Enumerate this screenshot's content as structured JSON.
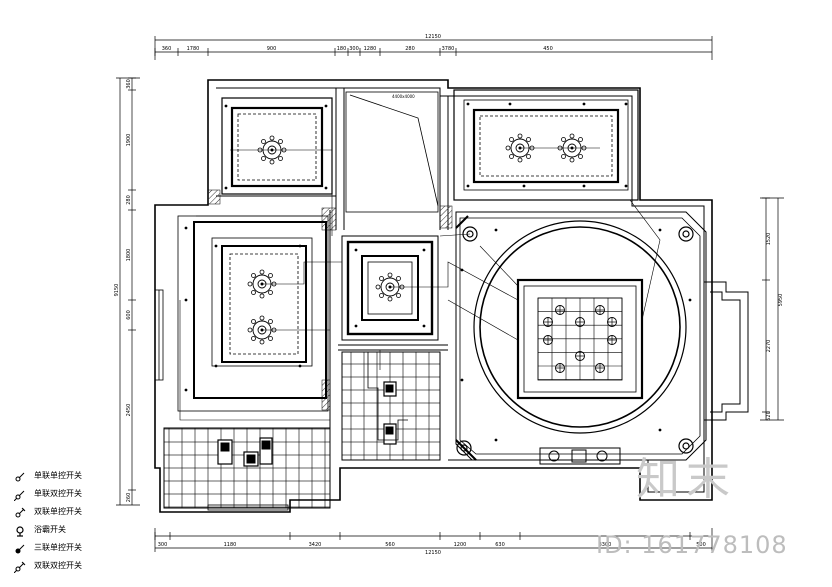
{
  "plan": {
    "dimensions_top": {
      "total": "12150",
      "segments": [
        "360",
        "1780",
        "900",
        "180",
        "300",
        "1280",
        "280",
        "3780",
        "450"
      ]
    },
    "dimensions_bottom": {
      "total": "12150",
      "segments": [
        "300",
        "1180",
        "3420",
        "560",
        "1200",
        "630",
        "3300",
        "500"
      ]
    },
    "dimensions_left": {
      "total": "9150",
      "segments": [
        "360",
        "1900",
        "280",
        "1800",
        "600",
        "2450",
        "260"
      ]
    },
    "dimensions_right": {
      "total": "5950",
      "segments": [
        "1520",
        "2270",
        "520"
      ]
    },
    "small_label": "4400x4000",
    "colors": {
      "line": "#000000",
      "hatch": "#333333",
      "background": "#ffffff"
    }
  },
  "legend": {
    "items": [
      {
        "icon": "single-single-switch-icon",
        "label": "单联单控开关"
      },
      {
        "icon": "single-double-switch-icon",
        "label": "单联双控开关"
      },
      {
        "icon": "double-single-switch-icon",
        "label": "双联单控开关"
      },
      {
        "icon": "bath-heater-switch-icon",
        "label": "浴霸开关"
      },
      {
        "icon": "triple-single-switch-icon",
        "label": "三联单控开关"
      },
      {
        "icon": "double-double-switch-icon",
        "label": "双联双控开关"
      }
    ]
  },
  "watermark": {
    "logo_text": "知末",
    "id_text": "ID: 161778108"
  }
}
